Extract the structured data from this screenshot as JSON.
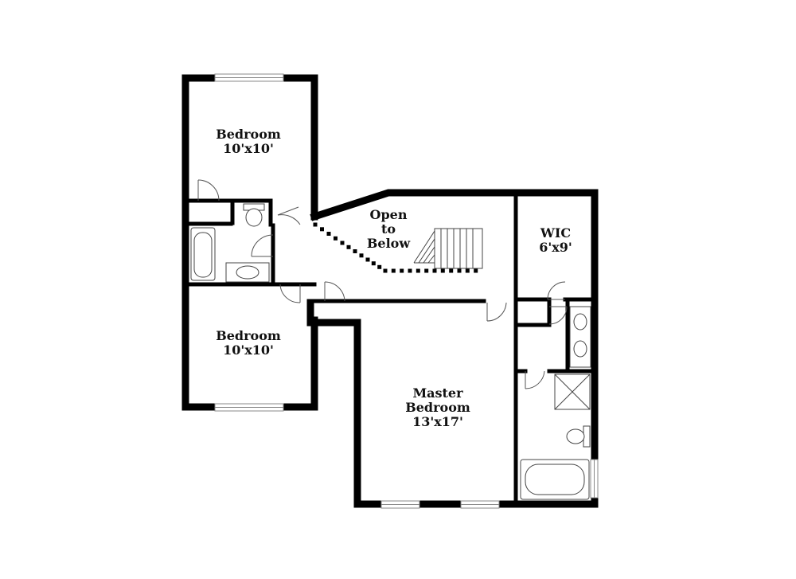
{
  "rooms": [
    {
      "id": "bedroom-top",
      "name": "Bedroom",
      "size": "10'x10'"
    },
    {
      "id": "bedroom-bottom",
      "name": "Bedroom",
      "size": "10'x10'"
    },
    {
      "id": "open-to-below",
      "lines": [
        "Open",
        "to",
        "Below"
      ]
    },
    {
      "id": "wic",
      "name": "WIC",
      "size": "6'x9'"
    },
    {
      "id": "master-bedroom",
      "lines": [
        "Master",
        "Bedroom",
        "13'x17'"
      ]
    }
  ],
  "colors": {
    "wall": "#000000",
    "background": "#ffffff",
    "fixture": "#444444"
  }
}
